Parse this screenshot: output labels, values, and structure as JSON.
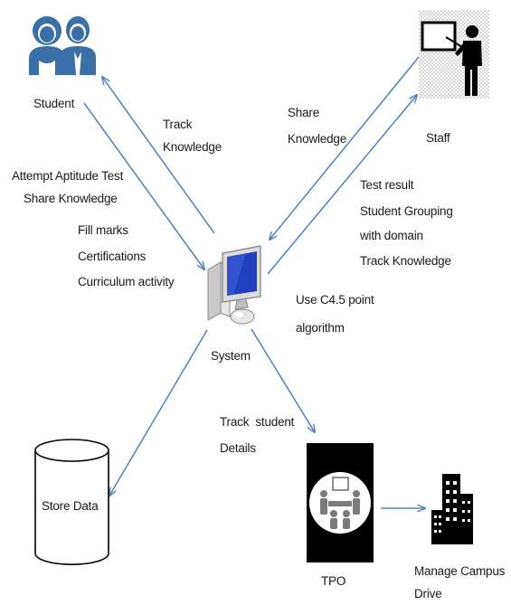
{
  "nodes": {
    "student": "Student",
    "staff": "Staff",
    "system": "System",
    "store": "Store Data",
    "tpo": "TPO"
  },
  "edge_labels": {
    "track_knowledge_a": [
      "Track",
      "Knowledge"
    ],
    "share_knowledge": [
      "Share",
      "Knowledge"
    ],
    "student_to_system": [
      "Attempt Aptitude Test",
      "Share Knowledge",
      "Fill marks",
      "Certifications",
      "Curriculum activity"
    ],
    "system_to_staff": [
      "Test result",
      "Student Grouping",
      "with domain",
      "Track Knowledge"
    ],
    "algorithm_note": [
      "Use C4.5 point",
      "algorithm"
    ],
    "track_student": [
      "Track  student",
      "Details"
    ],
    "manage_campus": [
      "Manage Campus",
      "Drive"
    ]
  },
  "colors": {
    "arrow": "#4f81bd",
    "icon_blue": "#3a6fa8",
    "monitor_blue": "#1f3fbf",
    "tpo_bg": "#000000"
  },
  "icons": [
    "students-icon",
    "teacher-icon",
    "computer-icon",
    "database-icon",
    "meeting-icon",
    "buildings-icon"
  ]
}
